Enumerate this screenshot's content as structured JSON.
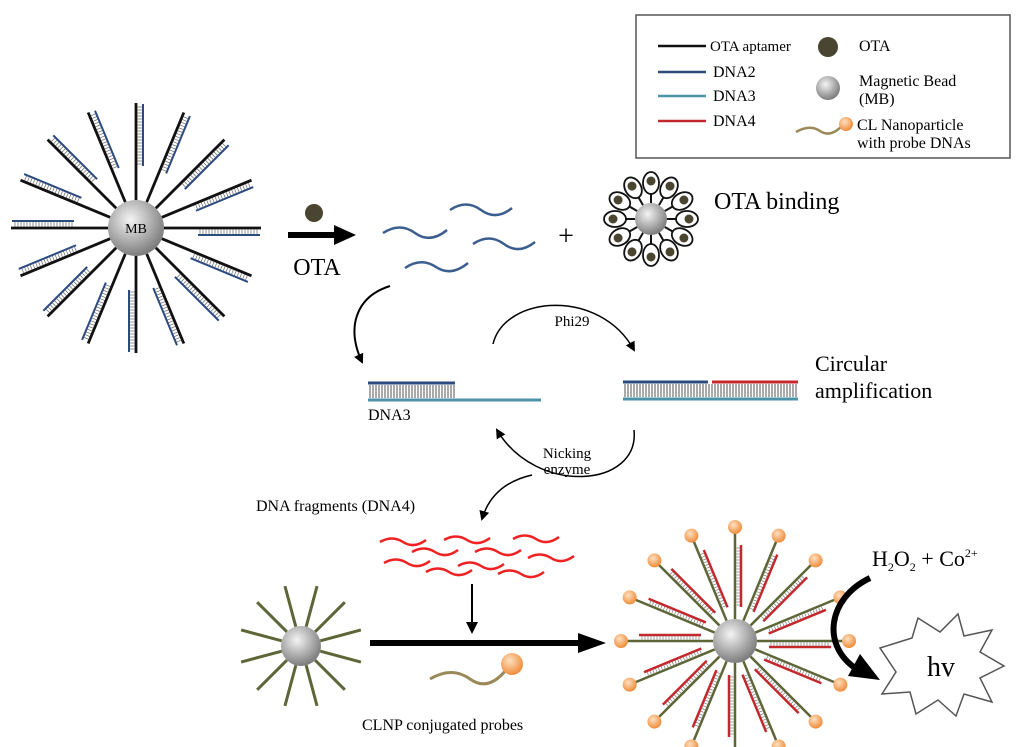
{
  "legend": {
    "ota_aptamer": "OTA aptamer",
    "dna2": "DNA2",
    "dna3": "DNA3",
    "dna4": "DNA4",
    "ota": "OTA",
    "magnetic_bead_line1": "Magnetic Bead",
    "magnetic_bead_line2": "(MB)",
    "clnp_line1": "CL Nanoparticle",
    "clnp_line2": "with probe DNAs"
  },
  "labels": {
    "mb": "MB",
    "ota": "OTA",
    "plus": "+",
    "ota_binding": "OTA binding",
    "phi29": "Phi29",
    "dna3": "DNA3",
    "circular_line1": "Circular",
    "circular_line2": "amplification",
    "nicking_line1": "Nicking",
    "nicking_line2": "enzyme",
    "dna_fragments": "DNA fragments (DNA4)",
    "clnp_probes": "CLNP conjugated probes",
    "h2o2_h": "H",
    "h2o2_sub1": "2",
    "h2o2_o": "O",
    "h2o2_sub2": "2",
    "h2o2_plus_co": " + Co",
    "co_charge": "2+",
    "hv": "hv"
  },
  "colors": {
    "aptamer": "#111111",
    "dna2": "#2b4a7e",
    "dna3": "#4a93a8",
    "dna4": "#c4282c",
    "fragment": "#ee2222",
    "probe": "#5c6637",
    "ota": "#4a4530",
    "cl_particle": "#f4a260",
    "bead_dark": "#888888",
    "bead_light": "#f2f2f2"
  }
}
